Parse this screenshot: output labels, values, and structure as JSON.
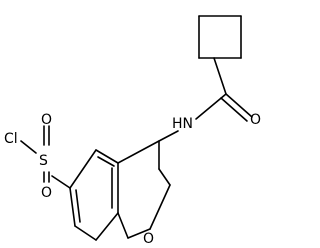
{
  "molecule": {
    "atoms": {
      "cl": "Cl",
      "s": "S",
      "o_top": "O",
      "o_bottom": "O",
      "nh": "HN",
      "o_carbonyl": "O",
      "o_ring": "O"
    },
    "colors": {
      "bond": "#000000",
      "label": "#000000",
      "background": "#ffffff"
    }
  }
}
